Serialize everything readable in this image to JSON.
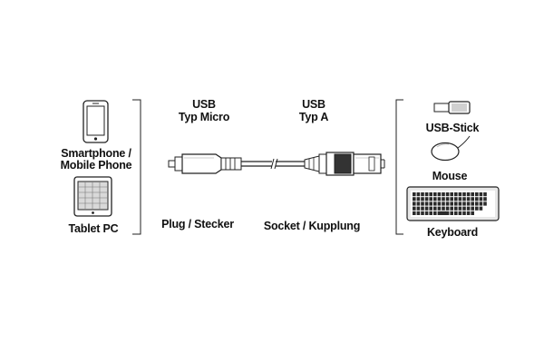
{
  "left_devices": {
    "smartphone_label_line1": "Smartphone /",
    "smartphone_label_line2": "Mobile Phone",
    "tablet_label": "Tablet PC"
  },
  "connectors": {
    "micro_title_line1": "USB",
    "micro_title_line2": "Typ Micro",
    "typea_title_line1": "USB",
    "typea_title_line2": "Typ A",
    "plug_label": "Plug / Stecker",
    "socket_label": "Socket / Kupplung"
  },
  "right_devices": {
    "usb_stick_label": "USB-Stick",
    "mouse_label": "Mouse",
    "keyboard_label": "Keyboard"
  },
  "colors": {
    "line": "#222222",
    "keyboard_body": "#e8e8e8",
    "keyboard_keys": "#2a2a2a"
  }
}
